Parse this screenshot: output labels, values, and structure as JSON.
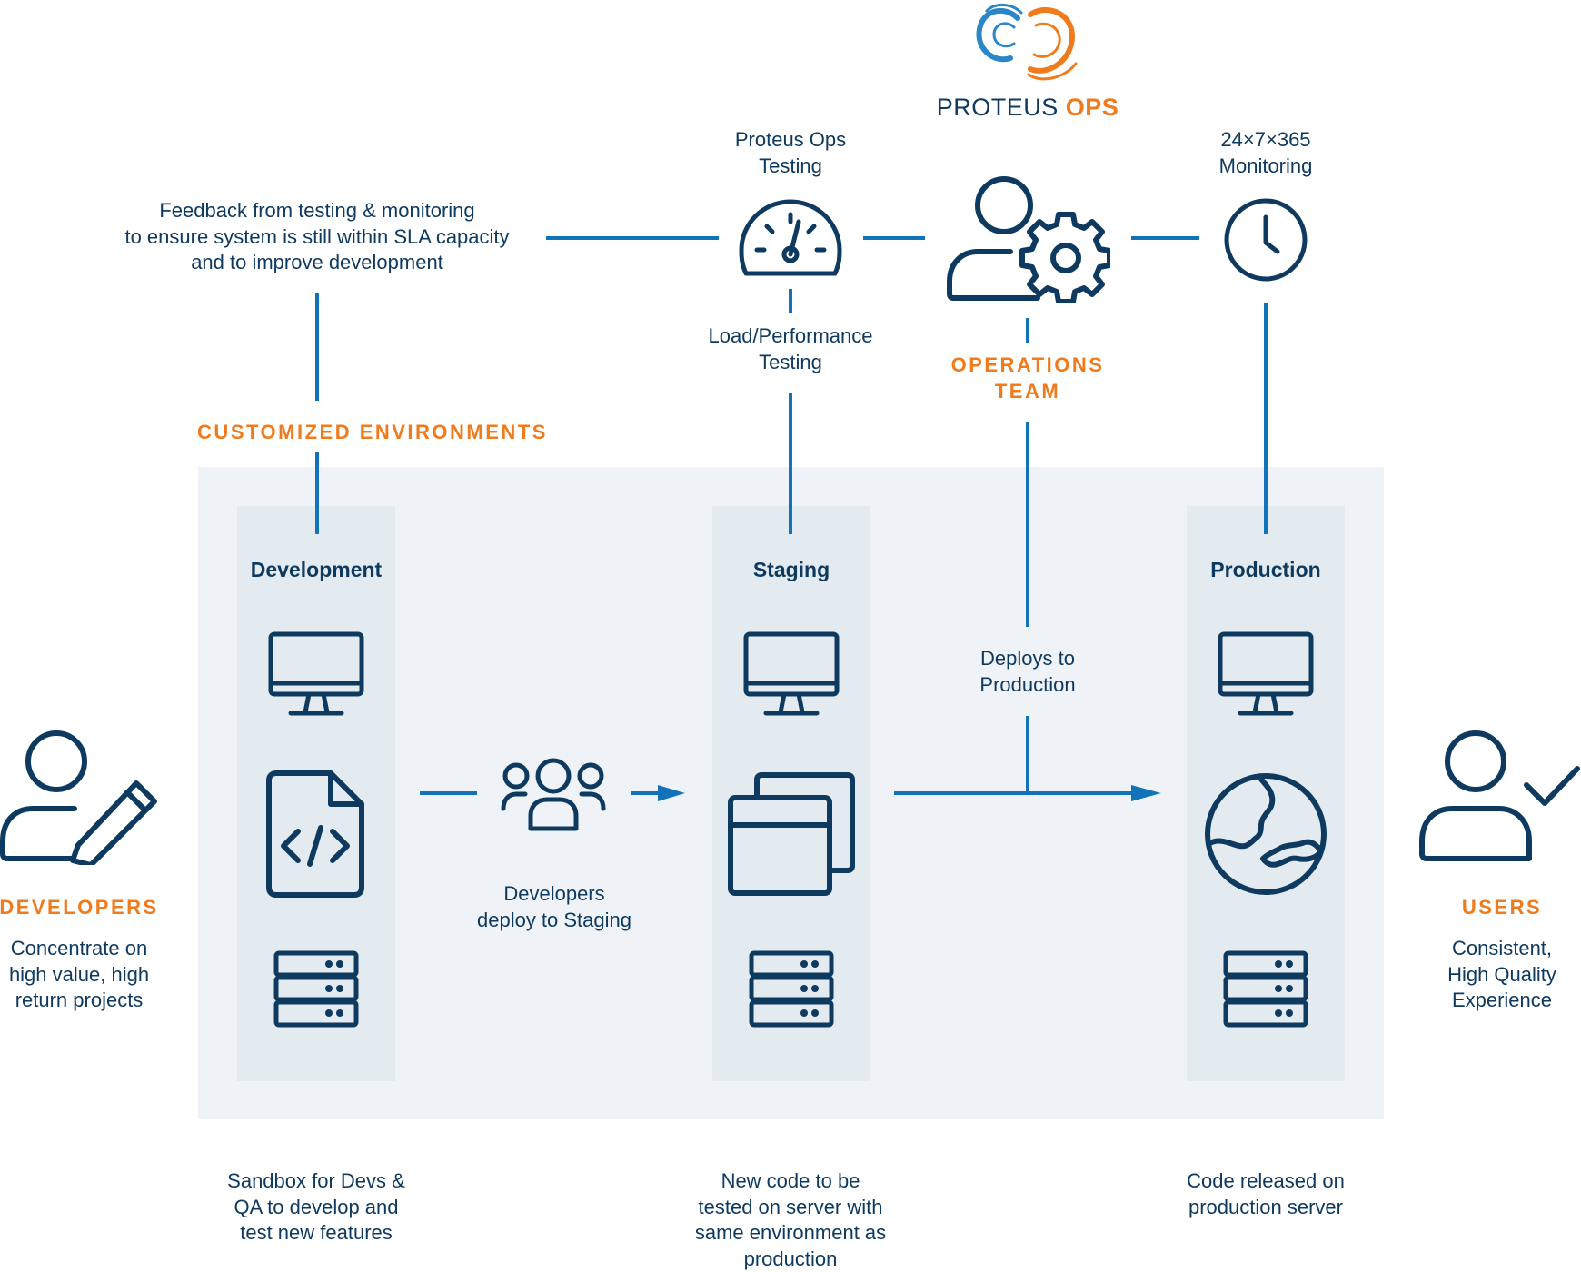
{
  "brand": {
    "name_part1": "PROTEUS ",
    "name_part2": "OPS"
  },
  "top": {
    "feedback": [
      "Feedback from testing & monitoring",
      "to ensure system is still within SLA capacity",
      "and to improve development"
    ],
    "testing": [
      "Proteus Ops",
      "Testing"
    ],
    "monitoring": [
      "24×7×365",
      "Monitoring"
    ],
    "load": [
      "Load/Performance",
      "Testing"
    ],
    "ops_team": [
      "OPERATIONS",
      "TEAM"
    ]
  },
  "section_title": "CUSTOMIZED ENVIRONMENTS",
  "columns": {
    "development": "Development",
    "staging": "Staging",
    "production": "Production"
  },
  "middle": {
    "deploy_staging": [
      "Developers",
      "deploy to Staging"
    ],
    "deploy_production": [
      "Deploys to",
      "Production"
    ]
  },
  "developers": {
    "title": "DEVELOPERS",
    "desc": [
      "Concentrate on",
      "high value, high",
      "return projects"
    ]
  },
  "users": {
    "title": "USERS",
    "desc": [
      "Consistent,",
      "High Quality",
      "Experience"
    ]
  },
  "bottom": {
    "development": [
      "Sandbox for Devs &",
      "QA to develop and",
      "test new features"
    ],
    "staging": [
      "New code to be",
      "tested on server with",
      "same environment as",
      "production"
    ],
    "production": [
      "Code released on",
      "production server"
    ]
  },
  "colors": {
    "navy": "#0f3a60",
    "blue": "#1373b9",
    "orange": "#f07b1d",
    "panel": "#eff3f7",
    "column": "#e3eaf0"
  }
}
